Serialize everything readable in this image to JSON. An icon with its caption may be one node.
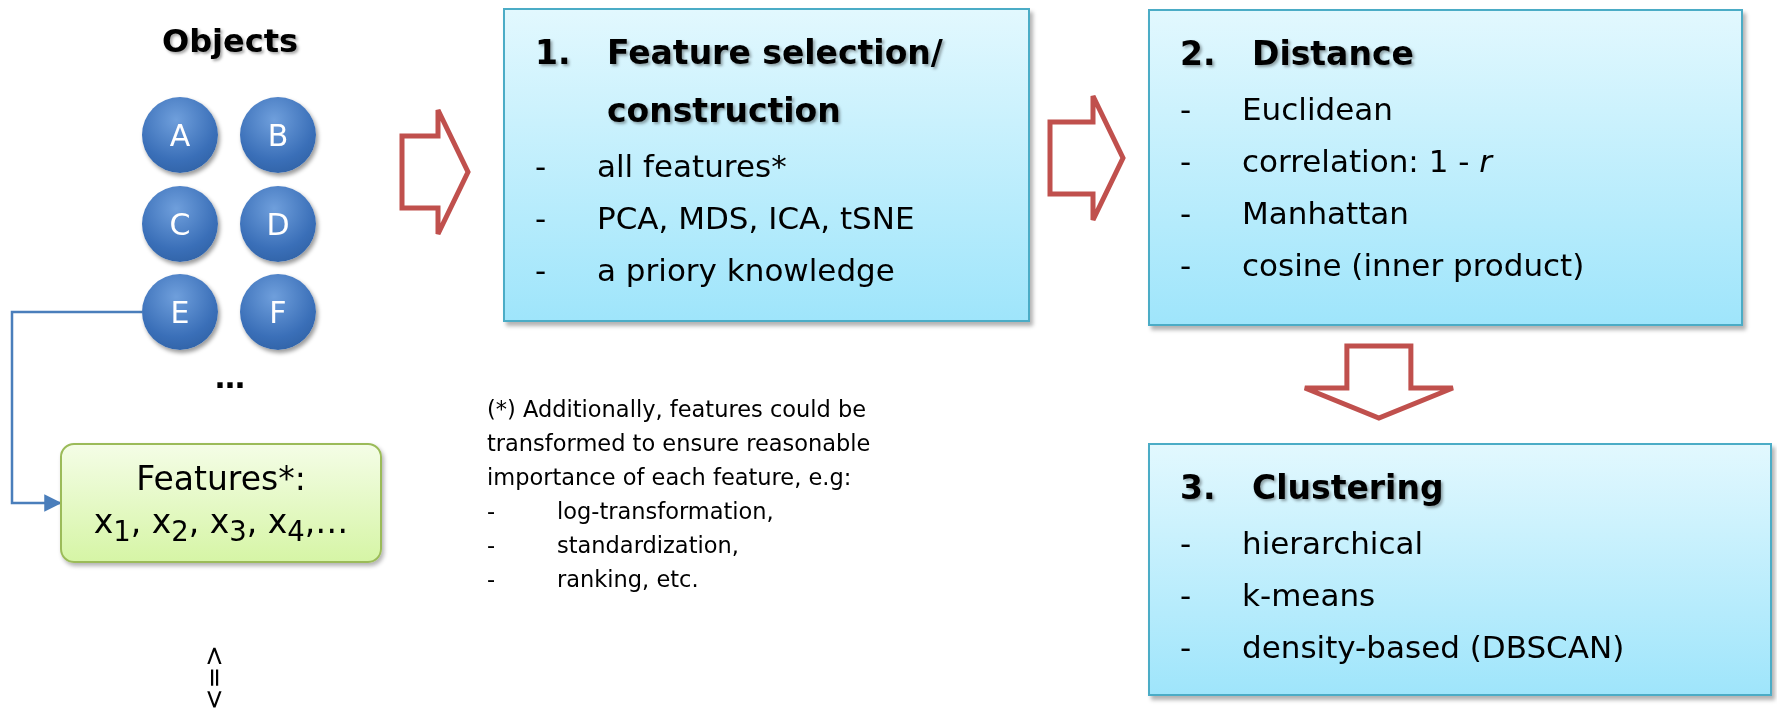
{
  "diagram": {
    "nodes": [
      {
        "text": [
          "A"
        ]
      },
      {
        "text": [
          "B"
        ]
      },
      {
        "text": [
          "C"
        ]
      },
      {
        "text": [
          "D"
        ]
      },
      {
        "text": [
          "E"
        ]
      },
      {
        "text": [
          "F"
        ]
      },
      {
        "text": [
          "Features*:",
          "x$_{1}$, x$_{2}$, x$_{3}$, x$_{4}$,…"
        ]
      },
      {
        "text": [
          "1. Feature selection/ construction",
          "- all features*",
          "- PCA, MDS, ICA, tSNE",
          "- a priory knowledge"
        ]
      },
      {
        "text": [
          "2. Distance",
          "- Euclidean",
          "- correlation: 1 - *r*",
          "- Manhattan",
          "- cosine (inner product)"
        ]
      },
      {
        "text": [
          "3. Clustering",
          "- hierarchical",
          "- k-means",
          "- density-based (DBSCAN)"
        ]
      }
    ],
    "edges": [
      {
        "from": null,
        "to": 7,
        "arrow": "to",
        "style": "thick"
      },
      {
        "from": 7,
        "to": 8,
        "arrow": "to",
        "style": "thick"
      },
      {
        "from": 8,
        "to": 9,
        "arrow": "to",
        "style": "thick"
      },
      {
        "from": 4,
        "to": 6,
        "arrow": "to",
        "color": "#4a7ebb"
      }
    ],
    "labels": [
      "Objects",
      "…",
      "(*) Additionally, features could be transformed to ensure reasonable importance of each feature, e.g:",
      "- log-transformation,",
      "- standardization,",
      "- ranking, etc.",
      "<=>"
    ]
  }
}
